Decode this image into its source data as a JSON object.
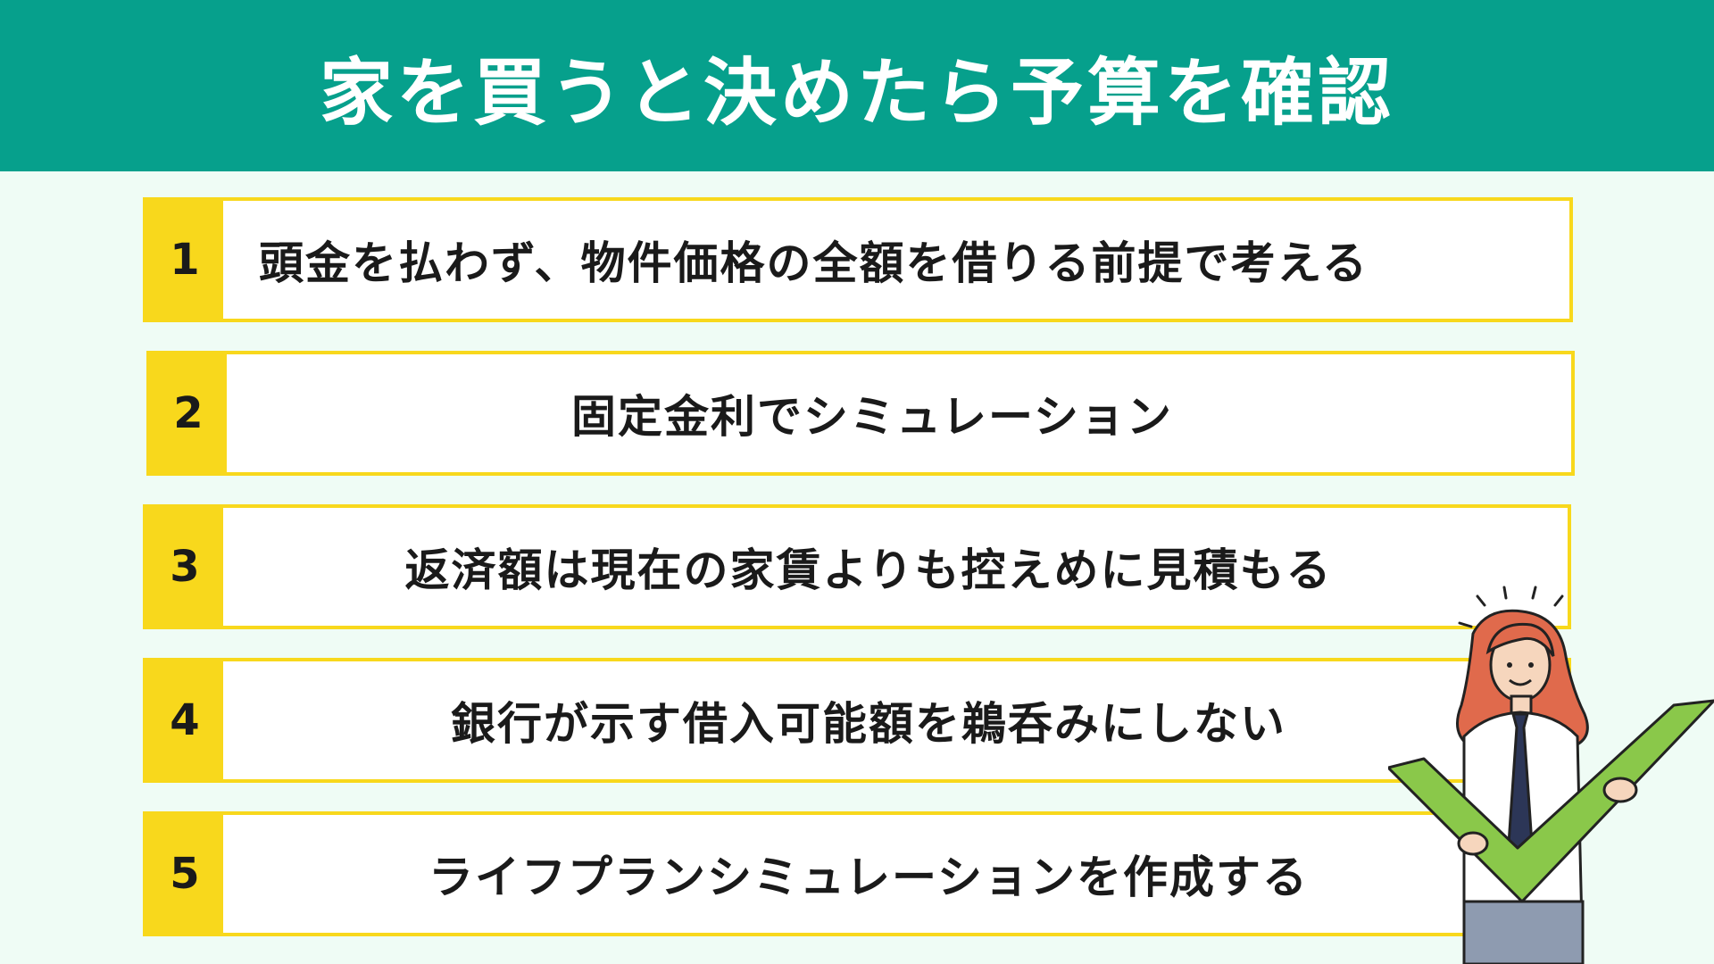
{
  "header": {
    "title": "家を買うと決めたら予算を確認"
  },
  "items": [
    {
      "number": "1",
      "text": "頭金を払わず、物件価格の全額を借りる前提で考える"
    },
    {
      "number": "2",
      "text": "固定金利でシミュレーション"
    },
    {
      "number": "3",
      "text": "返済額は現在の家賃よりも控えめに見積もる"
    },
    {
      "number": "4",
      "text": "銀行が示す借入可能額を鵜呑みにしない"
    },
    {
      "number": "5",
      "text": "ライフプランシミュレーションを作成する"
    }
  ],
  "colors": {
    "header_bg": "#06a08c",
    "page_bg": "#effcf5",
    "accent_yellow": "#f8d81c",
    "check_green": "#8ac84a"
  },
  "illustration": {
    "icon": "woman-with-checkmark-icon"
  }
}
